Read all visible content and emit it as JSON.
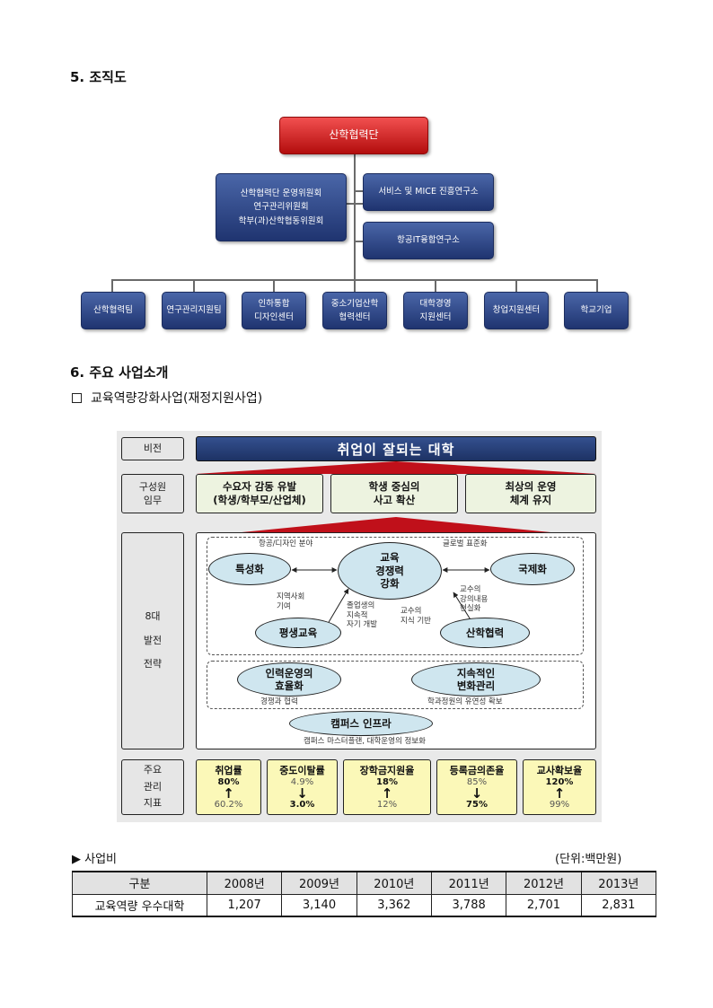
{
  "section5": {
    "title": "5. 조직도"
  },
  "org": {
    "top": "산학협력단",
    "committee": [
      "산학협력단 운영위원회",
      "연구관리위원회",
      "학부(과)산학협동위원회"
    ],
    "institutes": [
      "서비스 및 MICE 진흥연구소",
      "항공IT융합연구소"
    ],
    "units": [
      {
        "l1": "산학협력팀",
        "l2": ""
      },
      {
        "l1": "연구관리지원팀",
        "l2": ""
      },
      {
        "l1": "인하통합",
        "l2": "디자인센터"
      },
      {
        "l1": "중소기업산학",
        "l2": "협력센터"
      },
      {
        "l1": "대학경영",
        "l2": "지원센터"
      },
      {
        "l1": "창업지원센터",
        "l2": ""
      },
      {
        "l1": "학교기업",
        "l2": ""
      }
    ]
  },
  "section6": {
    "title": "6. 주요 사업소개",
    "subtitle": "교육역량강화사업(재정지원사업)"
  },
  "vision": {
    "label_vision": "비전",
    "title": "취업이 잘되는 대학",
    "label_mission_1": "구성원",
    "label_mission_2": "임무",
    "missions": [
      "수요자 감동 유발\n(학생/학부모/산업체)",
      "학생 중심의\n사고 확산",
      "최상의 운영\n체계 유지"
    ],
    "label_strategy": [
      "8대",
      "발전",
      "전략"
    ],
    "center": "교육\n경쟁력\n강화",
    "nodes": {
      "special": "특성화",
      "global": "국제화",
      "lifelong": "평생교육",
      "industry": "산학협력",
      "hr": "인력운영의\n효율화",
      "change": "지속적인\n변화관리",
      "campus": "캠퍼스 인프라"
    },
    "notes": {
      "aviation": "항공/디자인 분야",
      "global_std": "글로벌 표준화",
      "community": "지역사회\n기여",
      "alumni": "졸업생의\n지속적\n자기 개발",
      "prof_base": "교수의\n지식 기반",
      "prof_content": "교수의\n강의내용\n현실화",
      "competition": "경쟁과 협력",
      "dept_quota": "학과정원의 유연성 확보",
      "masterplan": "캠퍼스 마스터플랜, 대학운영의 정보화"
    },
    "label_kpi": [
      "주요",
      "관리",
      "지표"
    ],
    "kpis": [
      {
        "name": "취업률",
        "a": "80%",
        "arrow": "↑",
        "b": "60.2%",
        "bold": "a"
      },
      {
        "name": "중도이탈률",
        "a": "4.9%",
        "arrow": "↓",
        "b": "3.0%",
        "bold": "b"
      },
      {
        "name": "장학금지원율",
        "a": "18%",
        "arrow": "↑",
        "b": "12%",
        "bold": "a"
      },
      {
        "name": "등록금의존율",
        "a": "85%",
        "arrow": "↓",
        "b": "75%",
        "bold": "b"
      },
      {
        "name": "교사확보율",
        "a": "120%",
        "arrow": "↑",
        "b": "99%",
        "bold": "a"
      }
    ]
  },
  "budget": {
    "label": "사업비",
    "unit": "(단위:백만원)",
    "headers": [
      "구분",
      "2008년",
      "2009년",
      "2010년",
      "2011년",
      "2012년",
      "2013년"
    ],
    "rows": [
      [
        "교육역량 우수대학",
        "1,207",
        "3,140",
        "3,362",
        "3,788",
        "2,701",
        "2,831"
      ]
    ]
  },
  "colors": {
    "org_box": "#2c4585",
    "org_top": "#d42020",
    "mission_fill": "#edf3e0",
    "kpi_fill": "#fbf8b8",
    "ellipse_fill": "#cfe6ef",
    "vision_title": "#28427d"
  }
}
